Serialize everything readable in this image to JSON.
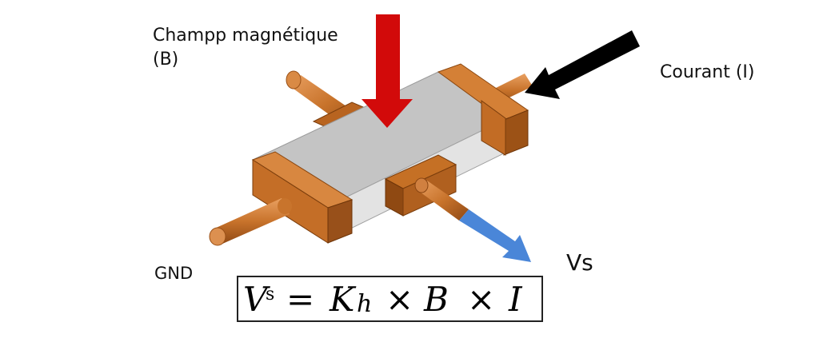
{
  "labels": {
    "magnetic_field": "Champp magnétique",
    "magnetic_field_symbol": "(B)",
    "current": "Courant (I)",
    "ground": "GND",
    "output_voltage": "Vs"
  },
  "formula": {
    "v": "V",
    "sub_s": "s",
    "equals": "=",
    "k": "K",
    "sub_h": "h",
    "times_1": "×",
    "b": "B",
    "times_2": "×",
    "i": "I"
  },
  "colors": {
    "copper_light": "#d9823a",
    "copper_mid": "#c06a22",
    "copper_dark": "#8f4a12",
    "plate_top": "#c6c6c6",
    "plate_side": "#e2e2e2",
    "field_arrow": "#d20a0a",
    "current_arrow": "#000000",
    "voltage_arrow": "#4a86d8"
  }
}
